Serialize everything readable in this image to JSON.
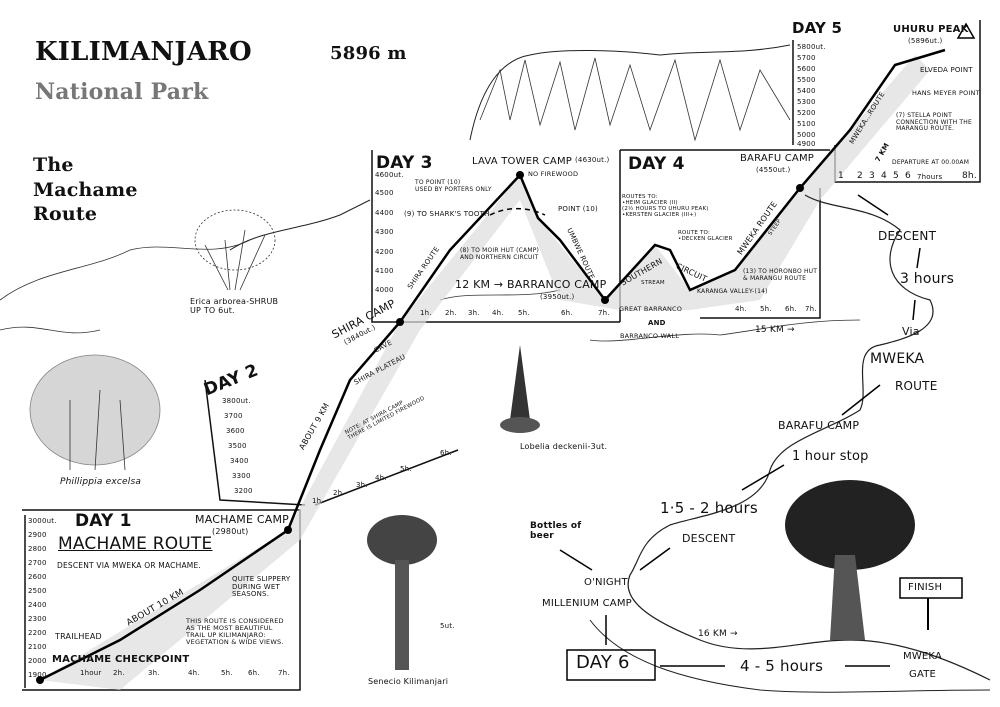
{
  "title": {
    "main": "KILIMANJARO",
    "elevation": "5896 m",
    "subtitle": "National Park",
    "route": [
      "The",
      "Machame",
      "Route"
    ]
  },
  "day1": {
    "label": "DAY 1",
    "route_name": "MACHAME ROUTE",
    "note": "DESCENT VIA MWEKA OR MACHAME.",
    "camp": "MACHAME CAMP",
    "camp_elev": "(2980ut)",
    "slippery": "QUITE SLIPPERY\nDURING WET\nSEASONS.",
    "distance": "ABOUT 10 Km",
    "description": "THIS ROUTE IS CONSIDERED\nAS THE MOST BEAUTIFUL\nTRAIL UP KILIMANJARO:\nVEGETATION & WIDE VIEWS.",
    "trailhead": "TRAILHEAD",
    "checkpoint": "MACHAME CHECKPOINT",
    "elev_ticks": [
      "3000ut.",
      "2900",
      "2800",
      "2700",
      "2600",
      "2500",
      "2400",
      "2300",
      "2200",
      "2100",
      "2000",
      "1900"
    ],
    "time_ticks": [
      "1hour",
      "2h.",
      "3h.",
      "4h.",
      "5h.",
      "6h.",
      "7h."
    ]
  },
  "day2": {
    "label": "DAY 2",
    "camp": "SHIRA CAMP",
    "camp_elev": "(3840ut.)",
    "cave": "CAVE",
    "plateau": "SHIRA PLATEAU",
    "distance": "ABOUT 9 Km",
    "note": "NOTE: AT SHIRA CAMP\nTHERE IS LIMITED FIREWOOD",
    "elev_ticks": [
      "3800ut.",
      "3700",
      "3600",
      "3500",
      "3400",
      "3300",
      "3200"
    ],
    "time_ticks": [
      "1h.",
      "2h.",
      "3h.",
      "4h.",
      "5h.",
      "6h."
    ]
  },
  "day3": {
    "label": "DAY 3",
    "camp": "LAVA TOWER CAMP",
    "camp_elev": "(4630ut.)",
    "no_firewood": "NO FIREWOOD",
    "porters": "TO POINT (10)\nUSED BY PORTERS ONLY",
    "sharks": "(9) TO SHARK'S TOOTH",
    "moir": "(8) TO MOIR HUT (CAMP)\nAND NORTHERN CIRCUIT",
    "shira_route": "SHIRA ROUTE",
    "point10": "POINT (10)",
    "umbwe": "UMBWE ROUTE",
    "distance": "12 Km → BARRANCO CAMP",
    "barranco_elev": "(3950ut.)",
    "elev_ticks": [
      "4600ut.",
      "4500",
      "4400",
      "4300",
      "4200",
      "4100",
      "4000"
    ],
    "time_ticks": [
      "1h.",
      "2h.",
      "3h.",
      "4h.",
      "5h.",
      "6h.",
      "7h."
    ]
  },
  "day4": {
    "label": "DAY 4",
    "camp": "BARAFU CAMP",
    "camp_elev": "(4550ut.)",
    "routes_to": "ROUTES TO:\n•HEIM GLACIER (II)\n(2½ HOURS TO UHURU PEAK)\n•KERSTEN GLACIER (III+)",
    "southern": "SOUTHERN",
    "stream": "STREAM",
    "circuit": "CIRCUIT",
    "decken": "ROUTE TO:\n•DECKEN GLACIER",
    "mweka": "MWEKA ROUTE",
    "steep": "STEEP",
    "horombo": "(13) TO HORONBO HUT\n& MARANGU ROUTE",
    "karanga": "KARANGA VALLEY-(14)",
    "barranco_wall": [
      "GREAT BARRANCO",
      "AND",
      "BARRANCO WALL"
    ],
    "distance": "15 KM →",
    "time_ticks": [
      "4h.",
      "5h.",
      "6h.",
      "7h."
    ]
  },
  "day5": {
    "label": "DAY 5",
    "peak": "UHURU PEAK",
    "peak_elev": "(5896ut.)",
    "elveda": "ELVEDA POINT",
    "hans_meyer": "HANS MEYER POINT",
    "stella": "(7) STELLA POINT\nCONNECTION WITH THE\nMARANGU ROUTE.",
    "mweka": "MWEKA...ROUTE",
    "distance": "7 KM",
    "departure": "DEPARTURE AT 00.00AM",
    "elev_ticks": [
      "5800ut.",
      "5700",
      "5600",
      "5500",
      "5400",
      "5300",
      "5200",
      "5100",
      "5000",
      "4900"
    ],
    "time_ticks": [
      "1",
      "2",
      "3",
      "4",
      "5",
      "6",
      "7hours",
      "8h."
    ]
  },
  "descent": {
    "descent1": "DESCENT",
    "three_hours": "3 hours",
    "via": "Via",
    "mweka": "MWEKA",
    "route": "ROUTE",
    "barafu": "BARAFU CAMP",
    "stop": "1 hour stop",
    "hours_1_5": "1·5 - 2 hours",
    "descent2": "DESCENT",
    "beer": "Bottles of\nbeer",
    "onight": "O'NIGHT",
    "millenium": "MILLENIUM CAMP",
    "day6": "DAY 6",
    "distance": "16 KM →",
    "hours_4_5": "4 - 5 hours",
    "finish": "FINISH",
    "gate": "MWEKA\nGATE"
  },
  "plants": {
    "erica": "Erica arborea-SHRUB\nUP TO 6ut.",
    "phillippia": "Phillippia excelsa",
    "lobelia": "Lobelia deckenii-3ut.",
    "senecio": "Senecio Kilimanjari",
    "senecio_height": "5ut."
  }
}
